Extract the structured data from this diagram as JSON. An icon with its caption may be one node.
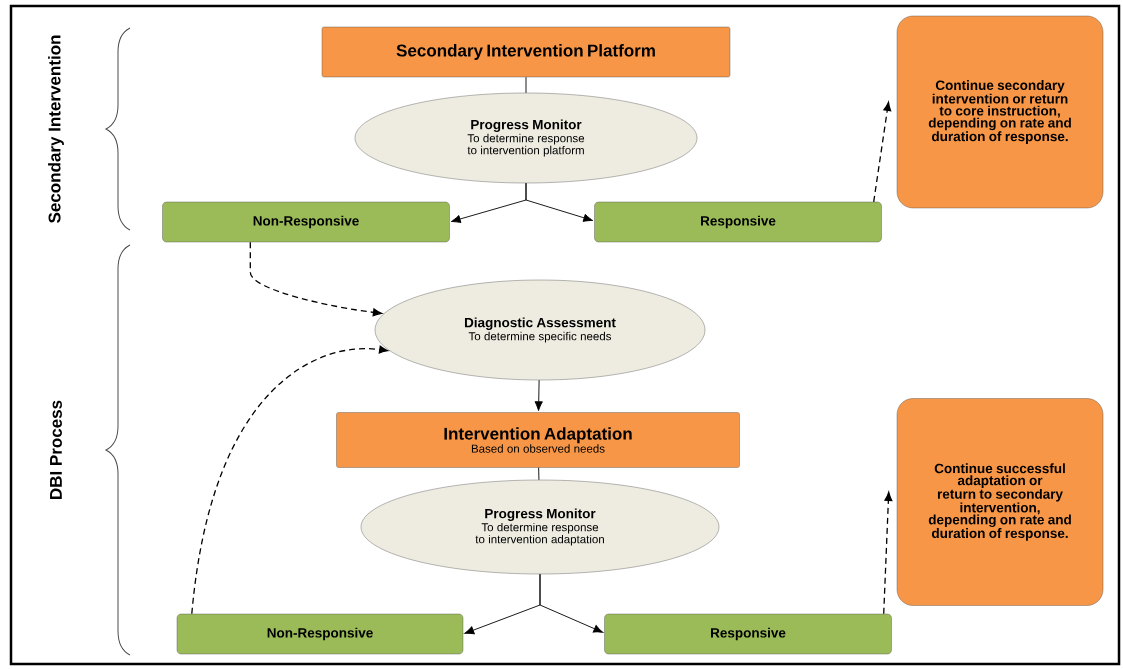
{
  "diagram": {
    "nodes": [
      {
        "text": [
          "Secondary Intervention Platform"
        ]
      },
      {
        "text": [
          "Progress Monitor",
          "To determine response to intervention platform"
        ]
      },
      {
        "text": [
          "Non-Responsive"
        ]
      },
      {
        "text": [
          "Responsive"
        ]
      },
      {
        "text": [
          "Continue secondary intervention or return to core instruction, depending on rate and duration of response."
        ]
      },
      {
        "text": [
          "Diagnostic Assessment",
          "To determine specific needs"
        ]
      },
      {
        "text": [
          "Intervention Adaptation",
          "Based on observed needs"
        ]
      },
      {
        "text": [
          "Progress Monitor",
          "To determine response to intervention adaptation"
        ]
      },
      {
        "text": [
          "Non-Responsive"
        ]
      },
      {
        "text": [
          "Responsive"
        ]
      },
      {
        "text": [
          "Continue successful adaptation or return to secondary intervention, depending on rate and duration of response."
        ]
      }
    ],
    "edges": [
      {
        "from": 0,
        "to": 1,
        "arrow": "none"
      },
      {
        "from": 1,
        "to": 2,
        "arrow": "to"
      },
      {
        "from": 1,
        "to": 3,
        "arrow": "to"
      },
      {
        "from": 3,
        "to": 4,
        "arrow": "to",
        "style": "dashed"
      },
      {
        "from": 2,
        "to": 5,
        "arrow": "to",
        "style": "dashed"
      },
      {
        "from": 5,
        "to": 6,
        "arrow": "to"
      },
      {
        "from": 6,
        "to": 7,
        "arrow": "none"
      },
      {
        "from": 7,
        "to": 8,
        "arrow": "to"
      },
      {
        "from": 7,
        "to": 9,
        "arrow": "to"
      },
      {
        "from": 9,
        "to": 10,
        "arrow": "to",
        "style": "dashed"
      },
      {
        "from": 8,
        "to": 5,
        "arrow": "to",
        "style": "dashed"
      }
    ],
    "labels": [
      "Secondary Intervention",
      "DBI Process"
    ]
  }
}
